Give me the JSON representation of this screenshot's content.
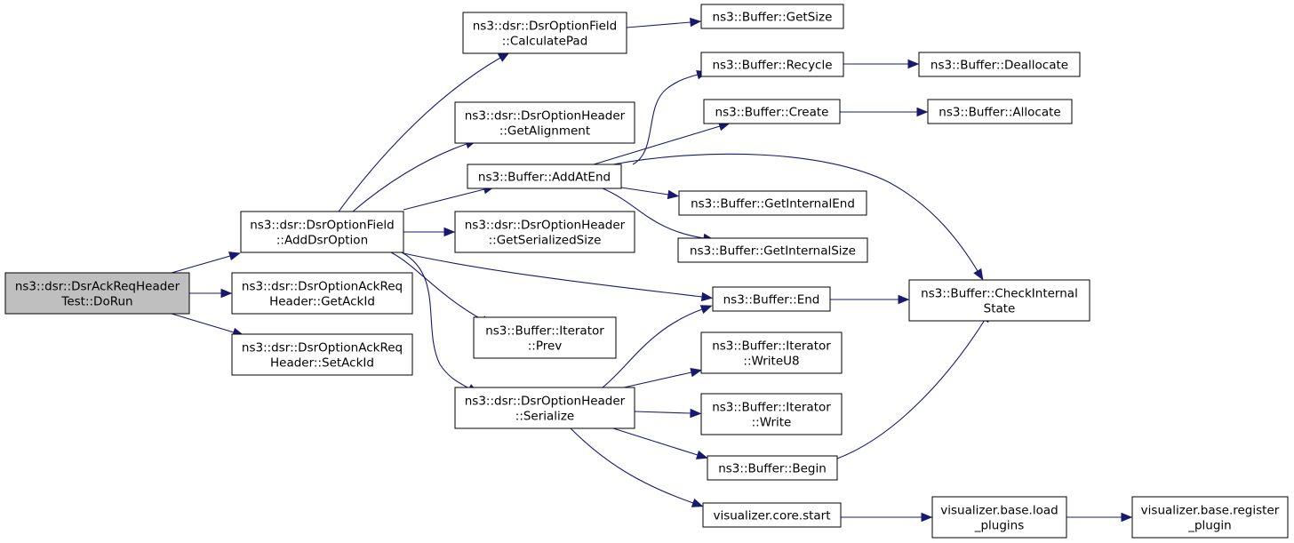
{
  "graph": {
    "nodes": [
      {
        "id": "doRun",
        "lines": [
          "ns3::dsr::DsrAckReqHeader",
          "Test::DoRun"
        ],
        "root": true
      },
      {
        "id": "addDsrOption",
        "lines": [
          "ns3::dsr::DsrOptionField",
          "::AddDsrOption"
        ]
      },
      {
        "id": "getAckId",
        "lines": [
          "ns3::dsr::DsrOptionAckReq",
          "Header::GetAckId"
        ]
      },
      {
        "id": "setAckId",
        "lines": [
          "ns3::dsr::DsrOptionAckReq",
          "Header::SetAckId"
        ]
      },
      {
        "id": "calculatePad",
        "lines": [
          "ns3::dsr::DsrOptionField",
          "::CalculatePad"
        ]
      },
      {
        "id": "getAlignment",
        "lines": [
          "ns3::dsr::DsrOptionHeader",
          "::GetAlignment"
        ]
      },
      {
        "id": "addAtEnd",
        "lines": [
          "ns3::Buffer::AddAtEnd"
        ]
      },
      {
        "id": "getSerializedSize",
        "lines": [
          "ns3::dsr::DsrOptionHeader",
          "::GetSerializedSize"
        ]
      },
      {
        "id": "iterPrev",
        "lines": [
          "ns3::Buffer::Iterator",
          "::Prev"
        ]
      },
      {
        "id": "serialize",
        "lines": [
          "ns3::dsr::DsrOptionHeader",
          "::Serialize"
        ]
      },
      {
        "id": "getSize",
        "lines": [
          "ns3::Buffer::GetSize"
        ]
      },
      {
        "id": "recycle",
        "lines": [
          "ns3::Buffer::Recycle"
        ]
      },
      {
        "id": "create",
        "lines": [
          "ns3::Buffer::Create"
        ]
      },
      {
        "id": "getInternalEnd",
        "lines": [
          "ns3::Buffer::GetInternalEnd"
        ]
      },
      {
        "id": "getInternalSize",
        "lines": [
          "ns3::Buffer::GetInternalSize"
        ]
      },
      {
        "id": "end",
        "lines": [
          "ns3::Buffer::End"
        ]
      },
      {
        "id": "writeU8",
        "lines": [
          "ns3::Buffer::Iterator",
          "::WriteU8"
        ]
      },
      {
        "id": "write",
        "lines": [
          "ns3::Buffer::Iterator",
          "::Write"
        ]
      },
      {
        "id": "begin",
        "lines": [
          "ns3::Buffer::Begin"
        ]
      },
      {
        "id": "vizStart",
        "lines": [
          "visualizer.core.start"
        ]
      },
      {
        "id": "deallocate",
        "lines": [
          "ns3::Buffer::Deallocate"
        ]
      },
      {
        "id": "allocate",
        "lines": [
          "ns3::Buffer::Allocate"
        ]
      },
      {
        "id": "checkInternalState",
        "lines": [
          "ns3::Buffer::CheckInternal",
          "State"
        ]
      },
      {
        "id": "loadPlugins",
        "lines": [
          "visualizer.base.load",
          "_plugins"
        ]
      },
      {
        "id": "registerPlugin",
        "lines": [
          "visualizer.base.register",
          "_plugin"
        ]
      }
    ],
    "edges": [
      {
        "from": "doRun",
        "to": "addDsrOption"
      },
      {
        "from": "doRun",
        "to": "getAckId"
      },
      {
        "from": "doRun",
        "to": "setAckId"
      },
      {
        "from": "addDsrOption",
        "to": "calculatePad"
      },
      {
        "from": "addDsrOption",
        "to": "getAlignment"
      },
      {
        "from": "addDsrOption",
        "to": "addAtEnd"
      },
      {
        "from": "addDsrOption",
        "to": "getSerializedSize"
      },
      {
        "from": "addDsrOption",
        "to": "end"
      },
      {
        "from": "addDsrOption",
        "to": "iterPrev"
      },
      {
        "from": "addDsrOption",
        "to": "serialize"
      },
      {
        "from": "calculatePad",
        "to": "getSize"
      },
      {
        "from": "addAtEnd",
        "to": "recycle"
      },
      {
        "from": "addAtEnd",
        "to": "create"
      },
      {
        "from": "addAtEnd",
        "to": "checkInternalState"
      },
      {
        "from": "addAtEnd",
        "to": "getInternalEnd"
      },
      {
        "from": "addAtEnd",
        "to": "getInternalSize"
      },
      {
        "from": "recycle",
        "to": "deallocate"
      },
      {
        "from": "create",
        "to": "allocate"
      },
      {
        "from": "end",
        "to": "checkInternalState"
      },
      {
        "from": "serialize",
        "to": "end"
      },
      {
        "from": "serialize",
        "to": "writeU8"
      },
      {
        "from": "serialize",
        "to": "write"
      },
      {
        "from": "serialize",
        "to": "begin"
      },
      {
        "from": "serialize",
        "to": "vizStart"
      },
      {
        "from": "begin",
        "to": "checkInternalState"
      },
      {
        "from": "vizStart",
        "to": "loadPlugins"
      },
      {
        "from": "loadPlugins",
        "to": "registerPlugin"
      }
    ]
  }
}
